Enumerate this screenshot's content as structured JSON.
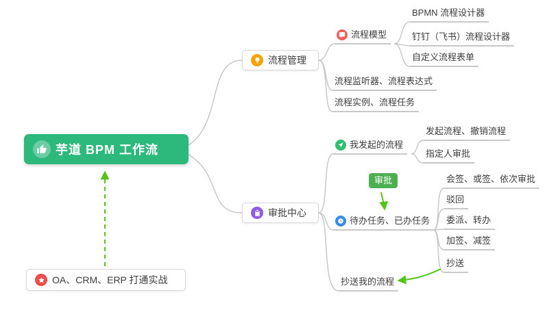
{
  "root": {
    "label": "芋道 BPM 工作流"
  },
  "process_management": {
    "label": "流程管理",
    "model": {
      "label": "流程模型",
      "children": {
        "bpmn": {
          "label": "BPMN 流程设计器"
        },
        "dingtalk": {
          "label": "钉钉（飞书）流程设计器"
        },
        "custom_form": {
          "label": "自定义流程表单"
        }
      }
    },
    "listener": {
      "label": "流程监听器、流程表达式"
    },
    "instance": {
      "label": "流程实例、流程任务"
    }
  },
  "approval_center": {
    "label": "审批中心",
    "my_initiated": {
      "label": "我发起的流程",
      "children": {
        "initiate_cancel": {
          "label": "发起流程、撤销流程"
        },
        "assignee": {
          "label": "指定人审批"
        }
      }
    },
    "approval_badge": {
      "label": "审批"
    },
    "todo_done": {
      "label": "待办任务、已办任务",
      "children": {
        "countersign": {
          "label": "会签、或签、依次审批"
        },
        "reject": {
          "label": "驳回"
        },
        "delegate": {
          "label": "委派、转办"
        },
        "sign_adjust": {
          "label": "加签、减签"
        },
        "cc": {
          "label": "抄送"
        }
      }
    },
    "cc_my": {
      "label": "抄送我的流程"
    }
  },
  "integration": {
    "label": "OA、CRM、ERP 打通实战"
  },
  "colors": {
    "root_green": "#2db87c",
    "icon_orange": "#f7a400",
    "icon_red": "#f25c5c",
    "icon_purple": "#8f5ce8",
    "icon_green": "#2fbf71",
    "icon_blue": "#3a8bf0",
    "badge_green": "#4cb050",
    "arrow_green": "#52c41a",
    "connector_gray": "#c8c8c8"
  }
}
